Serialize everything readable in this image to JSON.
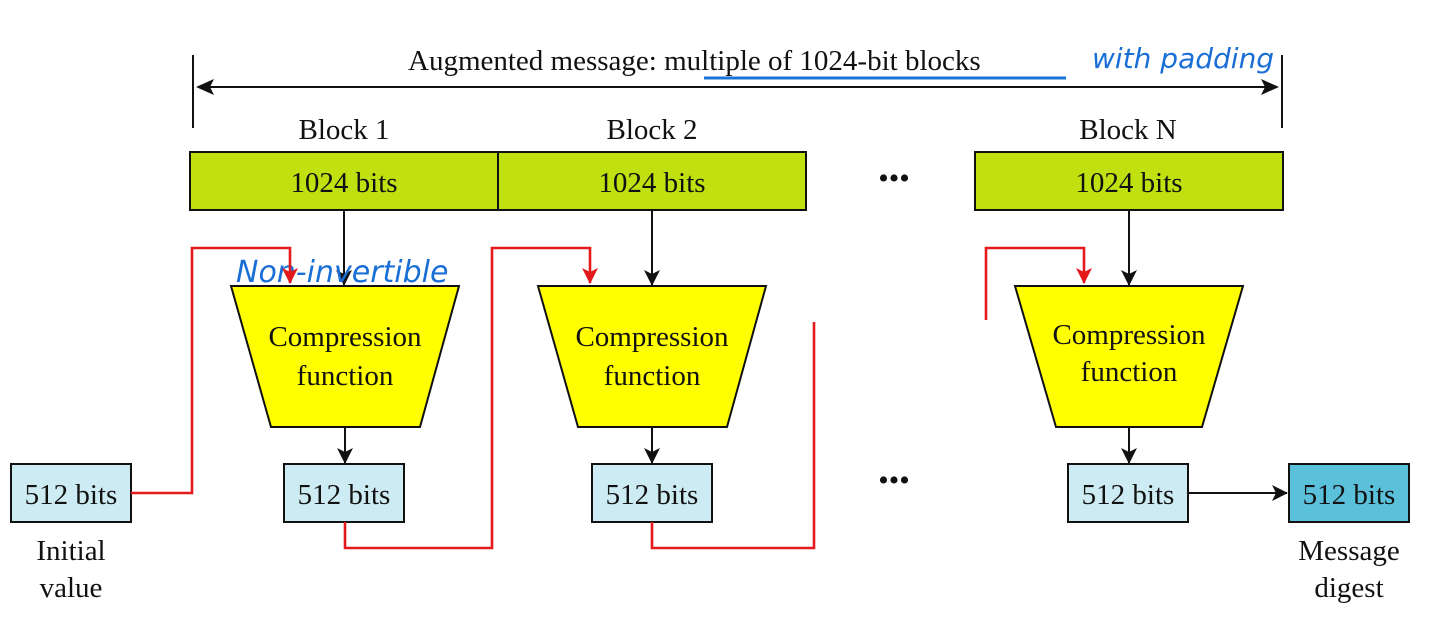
{
  "header": {
    "label_prefix": "Augmented message: ",
    "label_underlined": "multiple of 1024-bit blocks",
    "annotation_padding": "with padding"
  },
  "blocks": [
    {
      "label": "Block 1",
      "size": "1024 bits"
    },
    {
      "label": "Block 2",
      "size": "1024 bits"
    },
    {
      "label": "Block N",
      "size": "1024 bits"
    }
  ],
  "ellipsis": "•••",
  "compression": {
    "line1": "Compression",
    "line2": "function",
    "annotation": "Non-invertible"
  },
  "chain_values": [
    "512 bits",
    "512 bits",
    "512 bits",
    "512 bits"
  ],
  "initial_value": {
    "size": "512 bits",
    "caption_line1": "Initial",
    "caption_line2": "value"
  },
  "digest": {
    "size": "512 bits",
    "caption_line1": "Message",
    "caption_line2": "digest"
  },
  "colors": {
    "block_fill": "#c0e010",
    "compression_fill": "#ffff00",
    "chain_fill": "#cdebf2",
    "digest_fill": "#5bc0da",
    "feed_line": "#e3191c",
    "annotation": "#1a74d8"
  }
}
